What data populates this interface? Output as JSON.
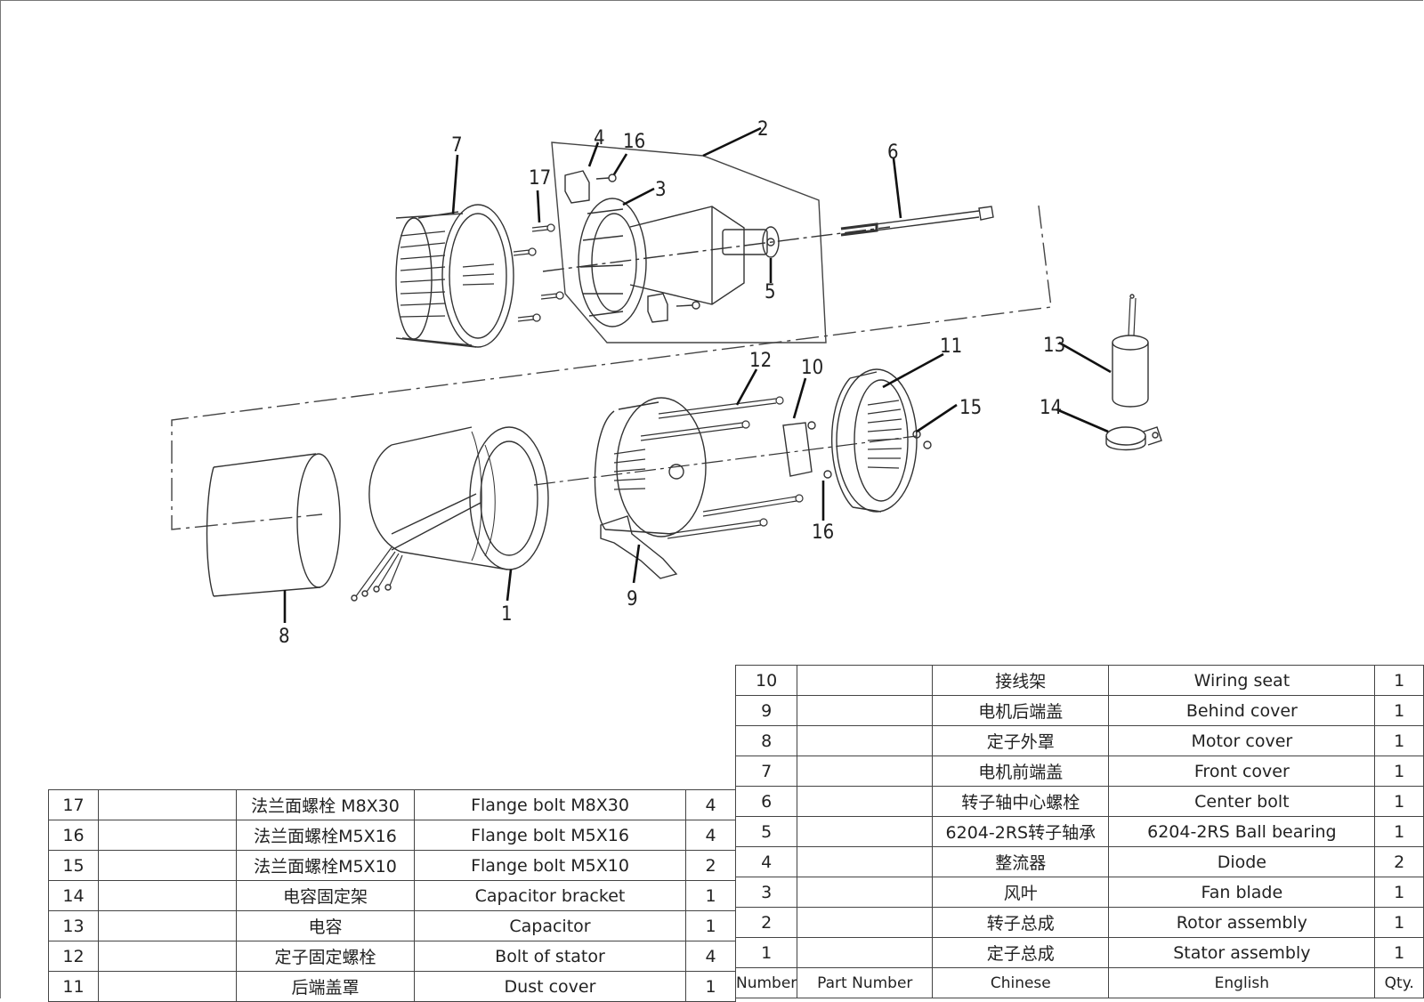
{
  "callouts": [
    "1",
    "2",
    "3",
    "4",
    "5",
    "6",
    "7",
    "8",
    "9",
    "10",
    "11",
    "12",
    "13",
    "14",
    "15",
    "16",
    "16",
    "17"
  ],
  "bom_left": [
    {
      "number": "17",
      "part_number": "",
      "chinese": "法兰面螺栓 M8X30",
      "english": "Flange bolt M8X30",
      "qty": "4"
    },
    {
      "number": "16",
      "part_number": "",
      "chinese": "法兰面螺栓M5X16",
      "english": "Flange bolt M5X16",
      "qty": "4"
    },
    {
      "number": "15",
      "part_number": "",
      "chinese": "法兰面螺栓M5X10",
      "english": "Flange bolt M5X10",
      "qty": "2"
    },
    {
      "number": "14",
      "part_number": "",
      "chinese": "电容固定架",
      "english": "Capacitor  bracket",
      "qty": "1"
    },
    {
      "number": "13",
      "part_number": "",
      "chinese": "电容",
      "english": "Capacitor",
      "qty": "1"
    },
    {
      "number": "12",
      "part_number": "",
      "chinese": "定子固定螺栓",
      "english": "Bolt of stator",
      "qty": "4"
    },
    {
      "number": "11",
      "part_number": "",
      "chinese": "后端盖罩",
      "english": "Dust cover",
      "qty": "1"
    }
  ],
  "bom_right": [
    {
      "number": "10",
      "part_number": "",
      "chinese": "接线架",
      "english": "Wiring seat",
      "qty": "1"
    },
    {
      "number": "9",
      "part_number": "",
      "chinese": "电机后端盖",
      "english": "Behind cover",
      "qty": "1"
    },
    {
      "number": "8",
      "part_number": "",
      "chinese": "定子外罩",
      "english": "Motor cover",
      "qty": "1"
    },
    {
      "number": "7",
      "part_number": "",
      "chinese": "电机前端盖",
      "english": "Front cover",
      "qty": "1"
    },
    {
      "number": "6",
      "part_number": "",
      "chinese": "转子轴中心螺栓",
      "english": "Center bolt",
      "qty": "1"
    },
    {
      "number": "5",
      "part_number": "",
      "chinese": "6204-2RS转子轴承",
      "english": "6204-2RS Ball bearing",
      "qty": "1"
    },
    {
      "number": "4",
      "part_number": "",
      "chinese": "整流器",
      "english": "Diode",
      "qty": "2"
    },
    {
      "number": "3",
      "part_number": "",
      "chinese": "风叶",
      "english": "Fan blade",
      "qty": "1"
    },
    {
      "number": "2",
      "part_number": "",
      "chinese": "转子总成",
      "english": "Rotor assembly",
      "qty": "1"
    },
    {
      "number": "1",
      "part_number": "",
      "chinese": "定子总成",
      "english": "Stator assembly",
      "qty": "1"
    }
  ],
  "bom_header": {
    "number": "Number",
    "part_number": "Part Number",
    "chinese": "Chinese",
    "english": "English",
    "qty": "Qty."
  }
}
